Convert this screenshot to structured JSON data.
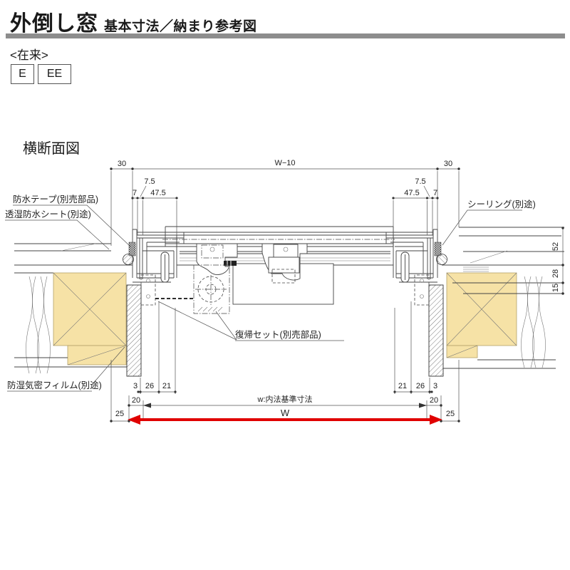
{
  "header": {
    "title_main": "外倒し窓",
    "title_sub": "基本寸法／納まり参考図"
  },
  "type_section": {
    "label": "<在来>",
    "codes": [
      "E",
      "EE"
    ]
  },
  "section_title": "横断面図",
  "diagram": {
    "dims": {
      "d30_left": "30",
      "w_minus_10": "W−10",
      "d30_right": "30",
      "d7_5_left": "7.5",
      "d7_left": "7",
      "d47_5_left": "47.5",
      "d47_5_right": "47.5",
      "d7_right": "7",
      "d7_5_right": "7.5",
      "d52": "52",
      "d28": "28",
      "d15": "15",
      "d3_left": "3",
      "d26_left": "26",
      "d21_left": "21",
      "d21_right": "21",
      "d26_right": "26",
      "d3_right": "3",
      "d20_left": "20",
      "d20_right": "20",
      "d25_left": "25",
      "d25_right": "25",
      "w_inner_label": "w:内法基準寸法",
      "w_label": "W"
    },
    "labels": {
      "waterproof_tape": "防水テープ(別売部品)",
      "moisture_sheet": "透湿防水シート(別途)",
      "sealing": "シーリング(別途)",
      "return_set": "復帰セット(別売部品)",
      "vapor_film": "防湿気密フィルム(別途)"
    },
    "colors": {
      "wood": "#f6e2a6",
      "red_arrow": "#e00000"
    }
  }
}
